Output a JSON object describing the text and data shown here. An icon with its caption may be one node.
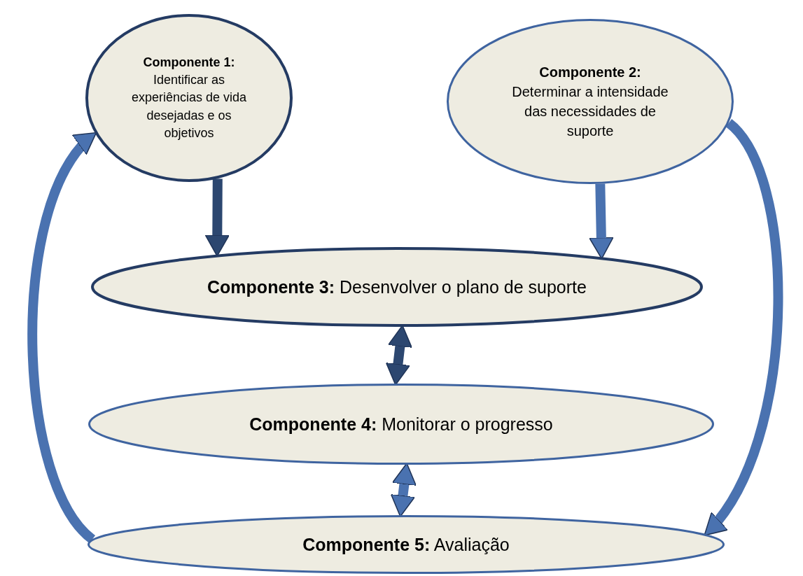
{
  "diagram": {
    "nodes": [
      {
        "text": [
          "Componente 1:",
          "Identificar as experiências de vida desejadas e os objetivos"
        ]
      },
      {
        "text": [
          "Componente 2:",
          "Determinar a intensidade das necessidades de suporte"
        ]
      },
      {
        "text": [
          "**Componente 3:** Desenvolver o plano de suporte"
        ]
      },
      {
        "text": [
          "**Componente 4:** Monitorar o progresso"
        ]
      },
      {
        "text": [
          "**Componente 5:** Avaliação"
        ]
      }
    ],
    "edges": [
      {
        "from": 0,
        "to": 2,
        "arrow": "to",
        "color": "#2c4770"
      },
      {
        "from": 1,
        "to": 2,
        "arrow": "to"
      },
      {
        "from": 2,
        "to": 3,
        "arrow": "both",
        "color": "#2c4770"
      },
      {
        "from": 3,
        "to": 4,
        "arrow": "both"
      },
      {
        "from": 4,
        "to": 0,
        "arrow": "to"
      },
      {
        "from": 1,
        "to": 4,
        "arrow": "to"
      }
    ]
  }
}
